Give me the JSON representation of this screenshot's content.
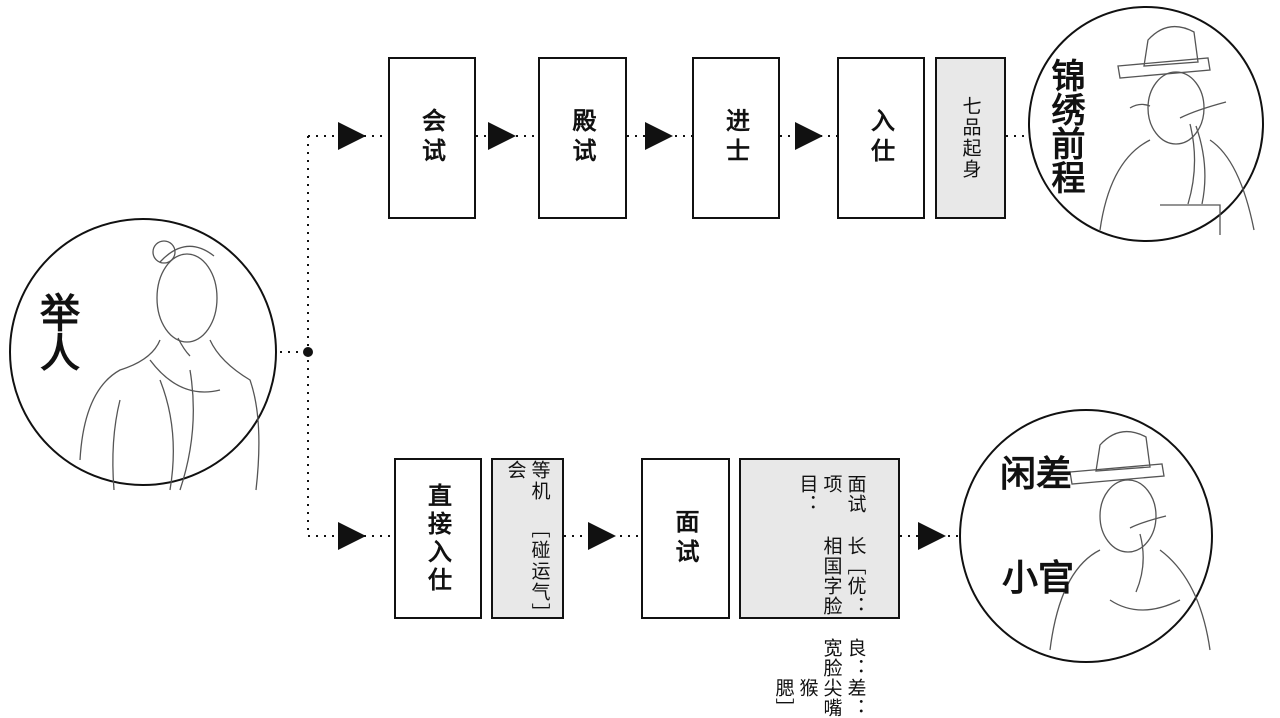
{
  "figure": {
    "start": {
      "label": "举人",
      "icon": "scholar-portrait-icon"
    },
    "top_path": {
      "steps": [
        "会试",
        "殿试",
        "进士",
        "入仕"
      ],
      "note": "七品起身",
      "outcome": "锦绣前程",
      "outcome_icon": "official-portrait-icon"
    },
    "bottom_path": {
      "step1": "直接入仕",
      "note1": {
        "line1": "等机会",
        "line2": "［碰运气］"
      },
      "step2": "面试",
      "note2": {
        "line1": "面试项目：",
        "line2": "长相",
        "line3": "［优：国字脸",
        "line4": "良：宽脸",
        "line5": "差：尖嘴猴腮］"
      },
      "outcome_line1": "闲差",
      "outcome_line2": "小官",
      "outcome_icon": "official-portrait-icon"
    },
    "colors": {
      "line": "#111111",
      "note_fill": "#e8e8e8",
      "sketch": "#555555"
    }
  }
}
